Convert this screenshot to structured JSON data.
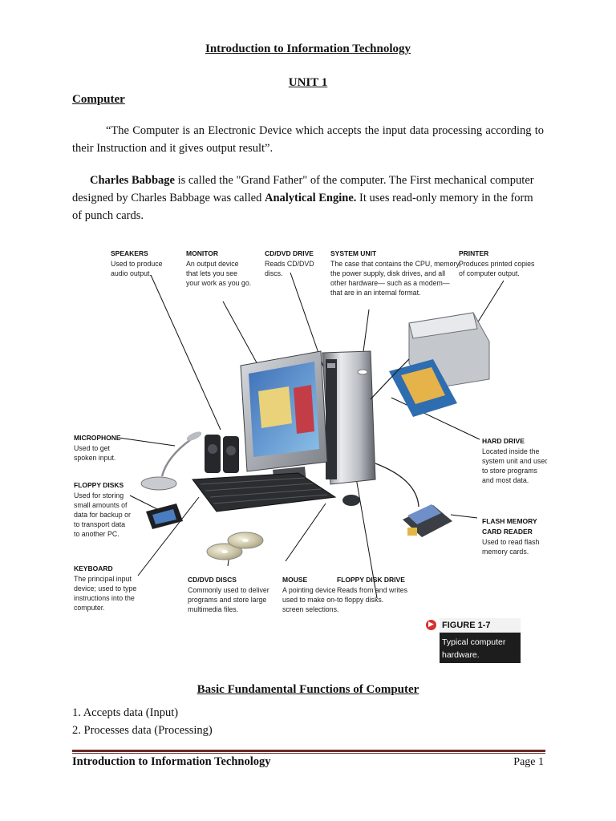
{
  "header": {
    "doc_title": "Introduction to Information Technology",
    "unit": "UNIT 1"
  },
  "sections": {
    "computer": {
      "heading": "Computer",
      "definition": "“The Computer is an Electronic Device which accepts the input data processing according to their Instruction and it gives output result”.",
      "babbage": {
        "name": "Charles Babbage",
        "text1": " is called the \"Grand Father\" of the computer. The First mechanical computer designed by Charles Babbage was called ",
        "engine": "Analytical Engine.",
        "text2": " It uses read-only memory in the form of punch cards."
      }
    },
    "functions": {
      "heading": "Basic Fundamental Functions of Computer",
      "items": [
        "1. Accepts data (Input)",
        "2. Processes data (Processing)"
      ]
    }
  },
  "figure": {
    "labels": {
      "speakers": {
        "title": "SPEAKERS",
        "lines": [
          "Used to produce",
          "audio output."
        ]
      },
      "monitor": {
        "title": "MONITOR",
        "lines": [
          "An output device",
          "that lets you see",
          "your work as you go."
        ]
      },
      "cd_drive": {
        "title": "CD/DVD DRIVE",
        "lines": [
          "Reads CD/DVD",
          "discs."
        ]
      },
      "system_unit": {
        "title": "SYSTEM UNIT",
        "lines": [
          "The case that contains the CPU, memory,",
          "the power supply, disk drives, and all",
          "other hardware— such as a modem—",
          "that are in an internal format."
        ]
      },
      "printer": {
        "title": "PRINTER",
        "lines": [
          "Produces printed copies",
          "of computer output."
        ]
      },
      "microphone": {
        "title": "MICROPHONE",
        "lines": [
          "Used to get",
          "spoken input."
        ]
      },
      "floppy_disks": {
        "title": "FLOPPY DISKS",
        "lines": [
          "Used for storing",
          "small amounts of",
          "data for backup or",
          "to transport data",
          "to another PC."
        ]
      },
      "keyboard": {
        "title": "KEYBOARD",
        "lines": [
          "The principal input",
          "device; used to type",
          "instructions into the",
          "computer."
        ]
      },
      "cd_discs": {
        "title": "CD/DVD DISCS",
        "lines": [
          "Commonly used to deliver",
          "programs and store large",
          "multimedia files."
        ]
      },
      "mouse": {
        "title": "MOUSE",
        "lines": [
          "A pointing device",
          "used to make on-",
          "screen selections."
        ]
      },
      "floppy_drive": {
        "title": "FLOPPY DISK DRIVE",
        "lines": [
          "Reads from and writes",
          "to floppy disks."
        ]
      },
      "hard_drive": {
        "title": "HARD DRIVE",
        "lines": [
          "Located inside the",
          "system unit and used",
          "to store programs",
          "and most data."
        ]
      },
      "flash_reader": {
        "title": "FLASH MEMORY",
        "title2": "CARD READER",
        "lines": [
          "Used to read flash",
          "memory cards."
        ]
      }
    },
    "caption_number": "FIGURE 1-7",
    "caption_text": "Typical computer hardware."
  },
  "footer": {
    "left": "Introduction to Information Technology",
    "right": "Page 1"
  }
}
